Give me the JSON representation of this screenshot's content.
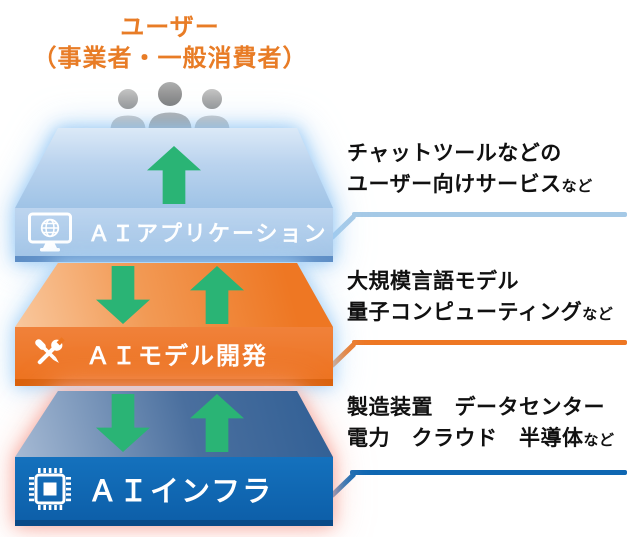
{
  "title": {
    "line1": "ユーザー",
    "line2": "（事業者・一般消費者）",
    "color": "#e87c26"
  },
  "layers": [
    {
      "label": "ＡＩアプリケーション",
      "icon": "monitor-globe-icon",
      "front_color": "#a9c9e8",
      "leader_color": "#a5c9e6",
      "arrows": [
        "up"
      ],
      "annotation": {
        "line1": "チャットツールなどの",
        "line2_main": "ユーザー向けサービス",
        "line2_small": "など"
      }
    },
    {
      "label": "ＡＩモデル開発",
      "icon": "tools-icon",
      "front_color": "#ee7723",
      "leader_color": "#ee7723",
      "arrows": [
        "down",
        "up"
      ],
      "annotation": {
        "line1": "大規模言語モデル",
        "line2_main": "量子コンピューティング",
        "line2_small": "など"
      }
    },
    {
      "label": "ＡＩインフラ",
      "icon": "chip-icon",
      "front_color": "#0f67b2",
      "leader_color": "#0f67b2",
      "arrows": [
        "down",
        "up"
      ],
      "annotation": {
        "line1": "製造装置　データセンター",
        "line2_main": "電力　クラウド　半導体",
        "line2_small": "など"
      }
    }
  ],
  "users_icon": "people-icon",
  "arrow_color": "#2ab475"
}
